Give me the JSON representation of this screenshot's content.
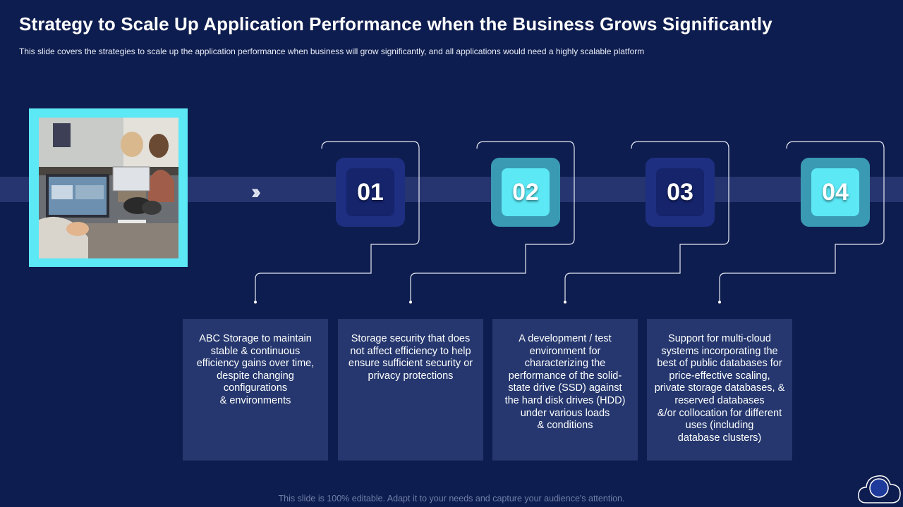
{
  "title": "Strategy to Scale Up Application Performance when the Business Grows Significantly",
  "subtitle": "This slide covers the strategies to scale up the application performance  when business will grow significantly, and all applications would need a highly scalable platform",
  "photo": {
    "icon": "photo-people-at-laptop"
  },
  "arrow": {
    "icon": "double-chevron-right-icon"
  },
  "steps": [
    {
      "number": "01",
      "text": "ABC Storage to maintain\nstable & continuous\nefficiency gains over time,\ndespite changing\nconfigurations\n& environments"
    },
    {
      "number": "02",
      "text": "Storage security that does\nnot affect efficiency to help\nensure sufficient security or\nprivacy protections"
    },
    {
      "number": "03",
      "text": "A development / test\nenvironment for\ncharacterizing the\nperformance of the solid-\nstate drive (SSD) against\nthe hard disk drives (HDD)\nunder various loads\n& conditions"
    },
    {
      "number": "04",
      "text": "Support for multi-cloud\nsystems incorporating the\nbest of public databases for\nprice-effective scaling,\nprivate storage databases, &\nreserved databases\n&/or collocation for different\nuses (including\ndatabase clusters)"
    }
  ],
  "footer": "This slide is 100% editable. Adapt it to your needs and capture your audience's attention.",
  "colors": {
    "background": "#0e1d4f",
    "accent_cyan": "#5ce8f5",
    "dark_box": "#1e2f82",
    "teal_box": "#3a9ab3",
    "card": "#25376e"
  }
}
